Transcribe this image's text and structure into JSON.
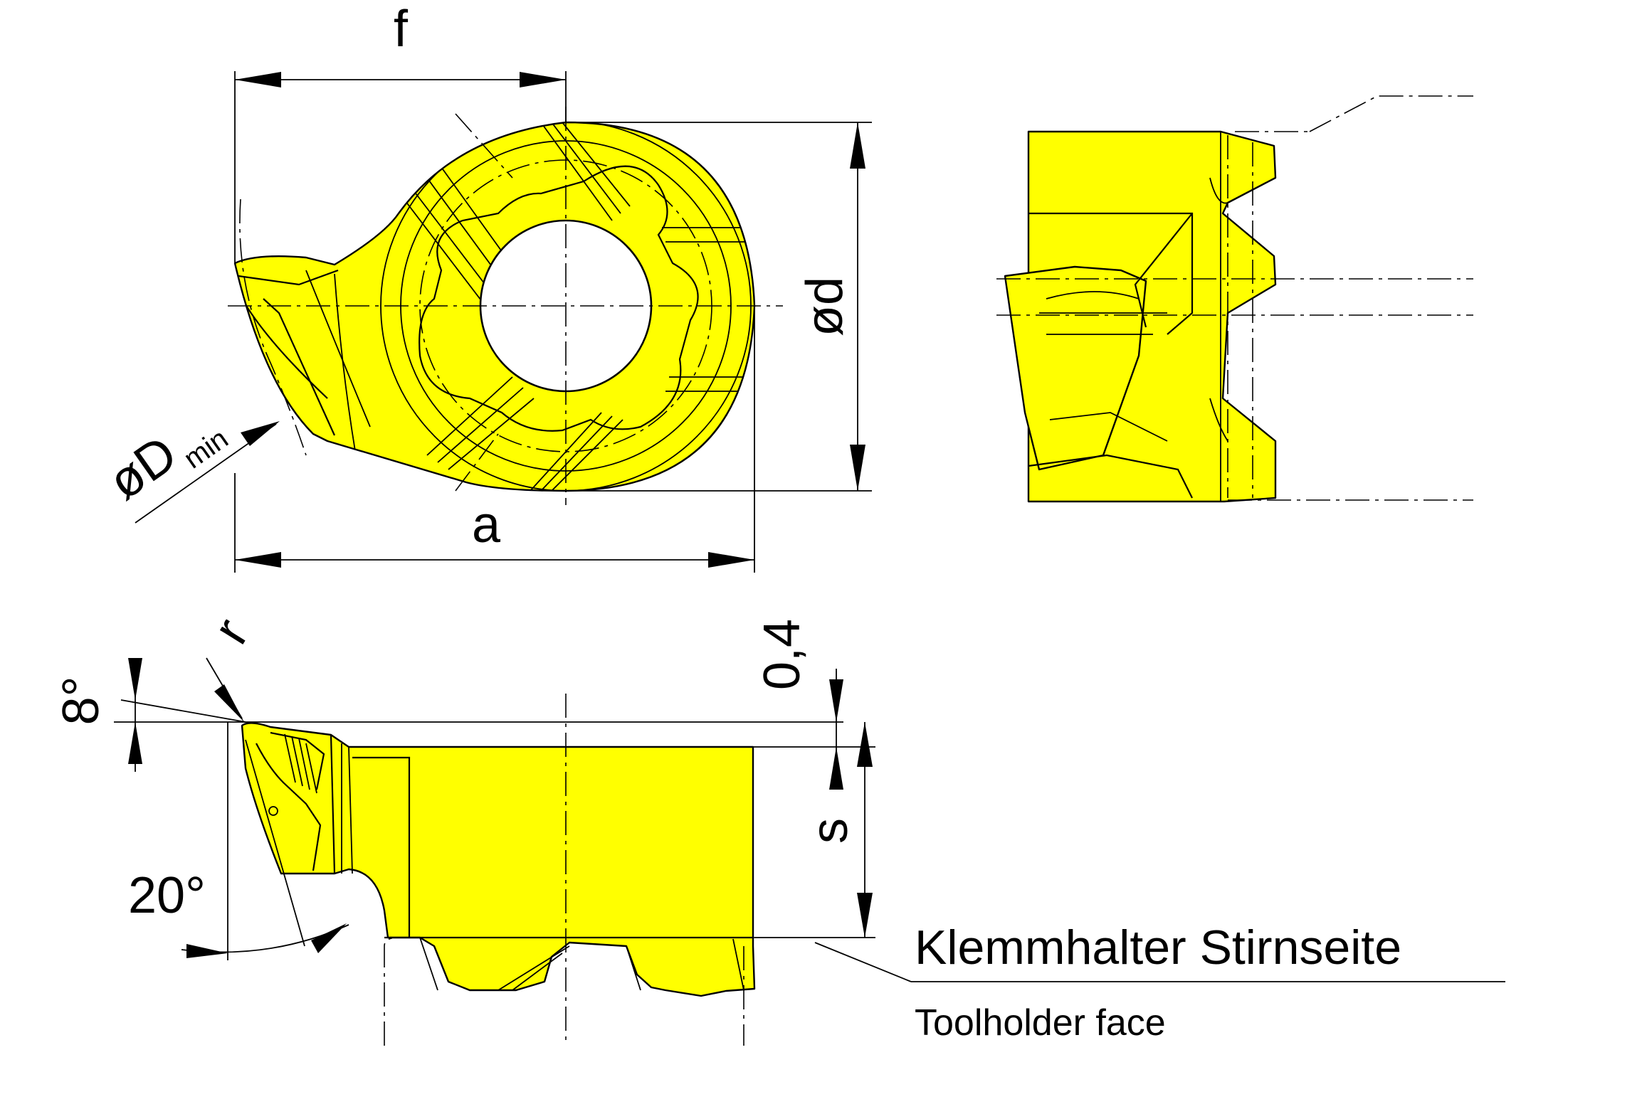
{
  "labels": {
    "f": "f",
    "d": "ød",
    "d_min_main": "øD",
    "d_min_sub": "min",
    "a": "a",
    "r": "r",
    "angle8": "8°",
    "offset": "0,4",
    "s": "s",
    "angle20": "20°",
    "face_de": "Klemmhalter Stirnseite",
    "face_en": "Toolholder face"
  },
  "colors": {
    "insert": "#ffff00",
    "line": "#000000",
    "background": "#ffffff"
  }
}
